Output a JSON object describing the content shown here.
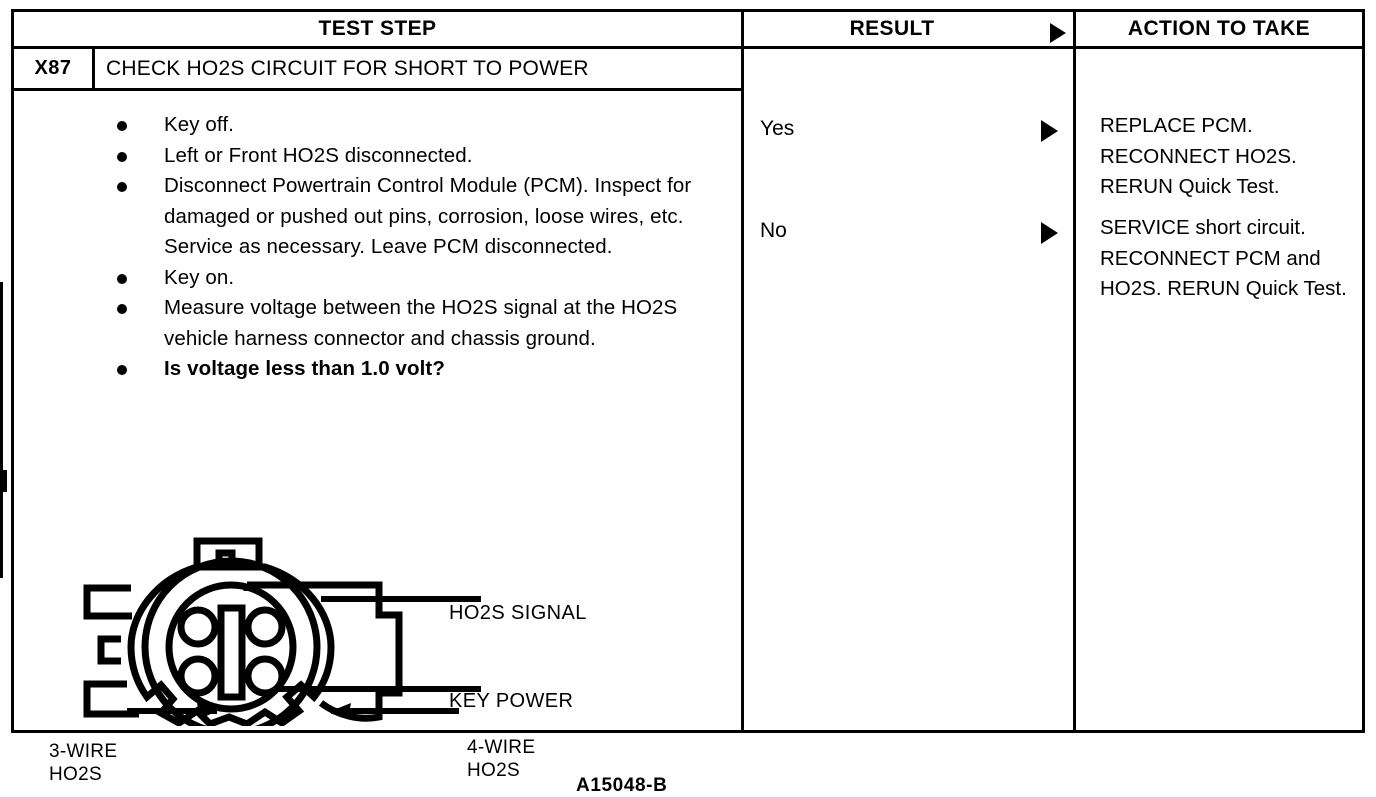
{
  "table": {
    "headers": {
      "test_step": "TEST STEP",
      "result": "RESULT",
      "action": "ACTION TO TAKE",
      "result_arrow_icon": "right-triangle-icon"
    },
    "step": {
      "id": "X87",
      "title": "CHECK HO2S CIRCUIT FOR SHORT TO POWER",
      "bullets": [
        {
          "text": "Key off.",
          "bold": false
        },
        {
          "text": "Left or Front HO2S disconnected.",
          "bold": false
        },
        {
          "text": "Disconnect Powertrain Control Module (PCM). Inspect for damaged or pushed out pins, corrosion, loose wires, etc. Service as necessary. Leave PCM disconnected.",
          "bold": false
        },
        {
          "text": "Key on.",
          "bold": false
        },
        {
          "text": "Measure voltage between the HO2S signal at the HO2S vehicle harness connector and chassis ground.",
          "bold": false
        },
        {
          "text": "Is voltage less than 1.0 volt?",
          "bold": true
        }
      ]
    },
    "results": [
      {
        "label": "Yes",
        "arrow_icon": "right-triangle-icon",
        "action": "REPLACE PCM. RECONNECT HO2S. RERUN Quick Test."
      },
      {
        "label": "No",
        "arrow_icon": "right-triangle-icon",
        "action": "SERVICE short circuit. RECONNECT PCM and HO2S. RERUN Quick Test."
      }
    ]
  },
  "diagram": {
    "figure_id": "A15048-B",
    "callouts": {
      "ho2s_signal": "HO2S SIGNAL",
      "key_power": "KEY POWER",
      "three_wire_line1": "3-WIRE",
      "three_wire_line2": "HO2S",
      "four_wire_line1": "4-WIRE",
      "four_wire_line2": "HO2S"
    }
  },
  "colors": {
    "ink": "#000000",
    "paper": "#ffffff"
  }
}
